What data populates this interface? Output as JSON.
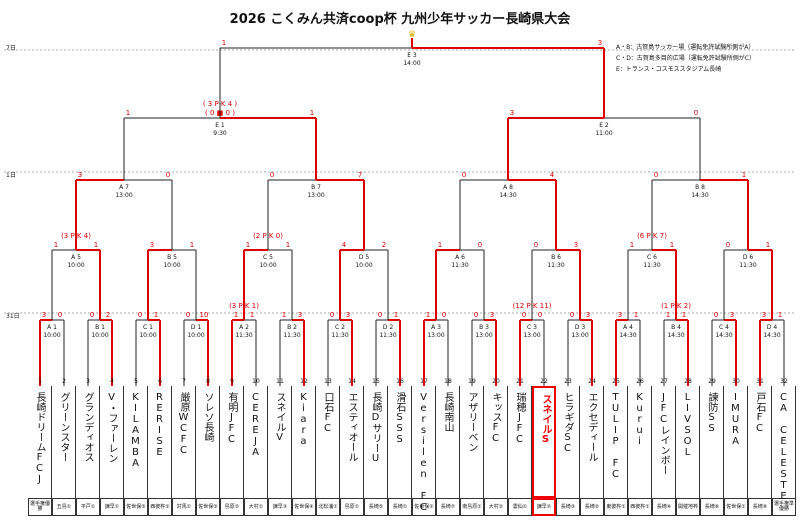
{
  "title": "2026 こくみん共済coop杯 九州少年サッカー長崎県大会",
  "venue_notes": [
    "A・B：古賀島サッカー場（運転免許試験所側がA）",
    "C・D：古賀島多目的広場（運転免許試験所側がC）",
    "E：トランス・コスモススタジアム長崎"
  ],
  "days": {
    "day7": "7日",
    "day1": "1日",
    "day31": "31日"
  },
  "final": {
    "court": "E 3",
    "time": "14:00",
    "left_score": "1",
    "right_score": "3"
  },
  "semis": [
    {
      "court": "E 1",
      "time": "9:30",
      "left": "1",
      "right": "1",
      "pk": "( 3 P K 4 )",
      "pk2": "( 0 ■ 0 )"
    },
    {
      "court": "E 2",
      "time": "11:00",
      "left": "3",
      "right": "0"
    }
  ],
  "qf": [
    {
      "court": "A 7",
      "time": "13:00",
      "l": "3",
      "r": "0"
    },
    {
      "court": "B 7",
      "time": "13:00",
      "l": "0",
      "r": "7"
    },
    {
      "court": "A 8",
      "time": "14:30",
      "l": "0",
      "r": "4"
    },
    {
      "court": "B 8",
      "time": "14:30",
      "l": "0",
      "r": "1"
    }
  ],
  "r2": [
    {
      "court": "A 5",
      "time": "10:00",
      "l": "1",
      "r": "1",
      "pk": "(3 P K 4)"
    },
    {
      "court": "B 5",
      "time": "10:00",
      "l": "3",
      "r": "1"
    },
    {
      "court": "C 5",
      "time": "10:00",
      "l": "1",
      "r": "1",
      "pk": "(2 P K 0)"
    },
    {
      "court": "D 5",
      "time": "10:00",
      "l": "4",
      "r": "2"
    },
    {
      "court": "A 6",
      "time": "11:30",
      "l": "1",
      "r": "0"
    },
    {
      "court": "B 6",
      "time": "11:30",
      "l": "0",
      "r": "3"
    },
    {
      "court": "C 6",
      "time": "11:30",
      "l": "1",
      "r": "1",
      "pk": "(6 P K 7)"
    },
    {
      "court": "D 6",
      "time": "11:30",
      "l": "0",
      "r": "1"
    }
  ],
  "r1": [
    {
      "court": "A 1",
      "time": "10:00",
      "l": "3",
      "r": "0"
    },
    {
      "court": "B 1",
      "time": "10:00",
      "l": "0",
      "r": "2"
    },
    {
      "court": "C 1",
      "time": "10:00",
      "l": "0",
      "r": "1"
    },
    {
      "court": "D 1",
      "time": "10:00",
      "l": "0",
      "r": "10"
    },
    {
      "court": "A 2",
      "time": "11:30",
      "l": "1",
      "r": "1",
      "pk": "(3 P K 1)"
    },
    {
      "court": "B 2",
      "time": "11:30",
      "l": "1",
      "r": "3"
    },
    {
      "court": "C 2",
      "time": "11:30",
      "l": "0",
      "r": "3"
    },
    {
      "court": "D 2",
      "time": "11:30",
      "l": "0",
      "r": "1"
    },
    {
      "court": "A 3",
      "time": "13:00",
      "l": "1",
      "r": "0"
    },
    {
      "court": "B 3",
      "time": "13:00",
      "l": "0",
      "r": "3"
    },
    {
      "court": "C 3",
      "time": "13:00",
      "l": "0",
      "r": "0",
      "pk": "(12 P K 11)"
    },
    {
      "court": "D 3",
      "time": "13:00",
      "l": "0",
      "r": "3"
    },
    {
      "court": "A 4",
      "time": "14:30",
      "l": "3",
      "r": "1"
    },
    {
      "court": "B 4",
      "time": "14:30",
      "l": "1",
      "r": "1",
      "pk": "(1 P K 2)"
    },
    {
      "court": "C 4",
      "time": "14:30",
      "l": "0",
      "r": "3"
    },
    {
      "court": "D 4",
      "time": "14:30",
      "l": "3",
      "r": "1"
    }
  ],
  "teams": [
    {
      "n": "1",
      "name": "長崎ドリームFCJ",
      "aff": "選手権優勝"
    },
    {
      "n": "2",
      "name": "グリーンスター",
      "aff": "五島①"
    },
    {
      "n": "3",
      "name": "グランディオス",
      "aff": "平戸①"
    },
    {
      "n": "4",
      "name": "V・ファーレン",
      "aff": "諫早①"
    },
    {
      "n": "5",
      "name": "KILAMBA",
      "aff": "佐世保⑤"
    },
    {
      "n": "6",
      "name": "RERISE",
      "aff": "西彼杵②"
    },
    {
      "n": "7",
      "name": "厳原WCFC",
      "aff": "対馬①"
    },
    {
      "n": "8",
      "name": "ソレソ長崎",
      "aff": "佐世保③"
    },
    {
      "n": "9",
      "name": "有明JFC",
      "aff": "島原②"
    },
    {
      "n": "10",
      "name": "CEREJA",
      "aff": "大村①"
    },
    {
      "n": "11",
      "name": "スネイルV",
      "aff": "諫早③"
    },
    {
      "n": "12",
      "name": "Kiara",
      "aff": "佐世保④"
    },
    {
      "n": "13",
      "name": "口石FC",
      "aff": "北松浦①"
    },
    {
      "n": "14",
      "name": "エスティオール",
      "aff": "島原①"
    },
    {
      "n": "15",
      "name": "長崎DサリーU",
      "aff": "長崎⑤"
    },
    {
      "n": "16",
      "name": "滑石SSS",
      "aff": "長崎①"
    },
    {
      "n": "17",
      "name": "Versilen FC",
      "aff": "佐世保②"
    },
    {
      "n": "18",
      "name": "長崎南山",
      "aff": "長崎⑦"
    },
    {
      "n": "19",
      "name": "アザリーベン",
      "aff": "南島原①"
    },
    {
      "n": "20",
      "name": "キッスFC",
      "aff": "大村②"
    },
    {
      "n": "21",
      "name": "瑞穂JFC",
      "aff": "雲仙①"
    },
    {
      "n": "22",
      "name": "スネイルS",
      "aff": "諫早②"
    },
    {
      "n": "23",
      "name": "ヒラギダSC",
      "aff": "長崎③"
    },
    {
      "n": "24",
      "name": "エクセディール",
      "aff": "長崎②"
    },
    {
      "n": "25",
      "name": "TULIP FC",
      "aff": "東彼杵①"
    },
    {
      "n": "26",
      "name": "Kurui",
      "aff": "西彼杵①"
    },
    {
      "n": "27",
      "name": "JFCレインボー",
      "aff": "長崎④"
    },
    {
      "n": "28",
      "name": "LIVSOL",
      "aff": "開催地枠"
    },
    {
      "n": "29",
      "name": "諫防SS",
      "aff": "長崎⑥"
    },
    {
      "n": "30",
      "name": "IMURA",
      "aff": "佐世保①"
    },
    {
      "n": "31",
      "name": "戸石FC",
      "aff": "長崎⑧"
    },
    {
      "n": "32",
      "name": "CA CELESTE",
      "aff": "選手権準優勝"
    }
  ],
  "winner_index": 21,
  "colors": {
    "win": "#e00000",
    "line": "#222222"
  }
}
